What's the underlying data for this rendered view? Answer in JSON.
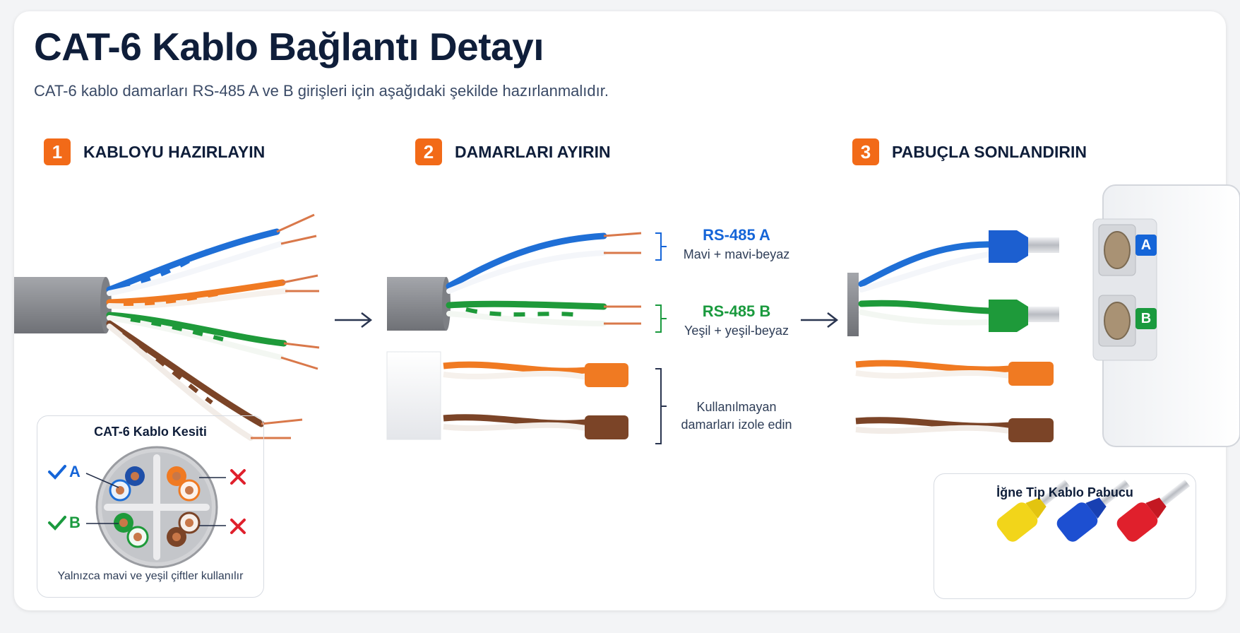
{
  "header": {
    "title": "CAT-6 Kablo Bağlantı Detayı",
    "subtitle": "CAT-6 kablo damarları RS-485 A ve B girişleri için aşağıdaki şekilde hazırlanmalıdır."
  },
  "steps": [
    {
      "number": "1",
      "label": "KABLOYU HAZIRLAYIN"
    },
    {
      "number": "2",
      "label": "DAMARLARI AYIRIN"
    },
    {
      "number": "3",
      "label": "PABUÇLA SONLANDIRIN"
    }
  ],
  "annotations": {
    "rs485a": {
      "title": "RS-485 A",
      "subtitle": "Mavi + mavi-beyaz",
      "color": "#1565d8"
    },
    "rs485b": {
      "title": "RS-485 B",
      "subtitle": "Yeşil + yeşil-beyaz",
      "color": "#1a9a3e"
    },
    "unused": {
      "line1": "Kullanılmayan",
      "line2": "damarları izole edin"
    }
  },
  "cross_section": {
    "title": "CAT-6 Kablo Kesiti",
    "label_a": "A",
    "label_b": "B",
    "caption": "Yalnızca mavi ve yeşil çiftler kullanılır",
    "check_icon": "check-icon",
    "cross_icon": "cross-icon"
  },
  "terminal": {
    "label_a": "A",
    "label_b": "B",
    "a_color": "#1565d8",
    "b_color": "#1a9a3e"
  },
  "ferrule_panel": {
    "title": "İğne Tip Kablo Pabucu",
    "colors": [
      "#f2d51a",
      "#1d4fd1",
      "#e0202c"
    ]
  },
  "colors": {
    "accent": "#f26a18",
    "wire_blue": "#1f6fd6",
    "wire_green": "#1e9a3a",
    "wire_orange": "#f07a22",
    "wire_brown": "#7b4427",
    "jacket": "#8e9096",
    "copper": "#d9784a"
  }
}
